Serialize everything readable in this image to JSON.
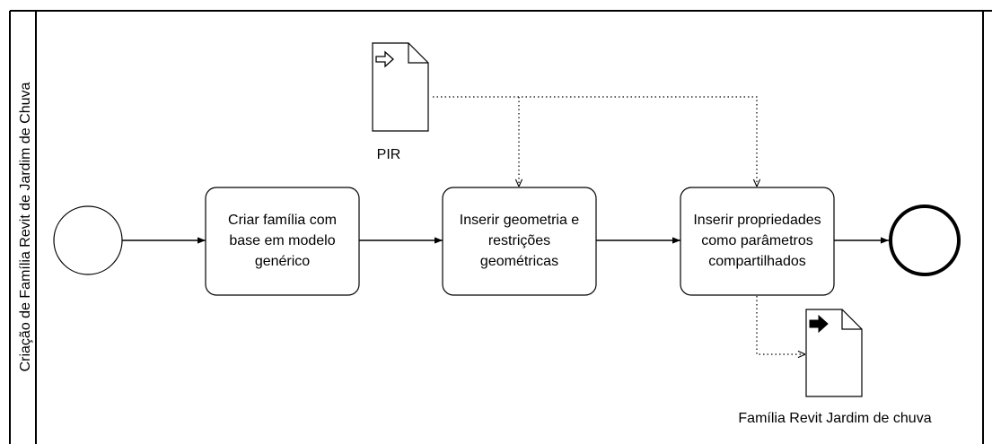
{
  "pool": {
    "lane_label": "Criação de Família Revit de Jardim de Chuva"
  },
  "tasks": [
    {
      "lines": [
        "Criar família com",
        "base em modelo",
        "genérico"
      ]
    },
    {
      "lines": [
        "Inserir geometria e",
        "restrições",
        "geométricas"
      ]
    },
    {
      "lines": [
        "Inserir propriedades",
        "como parâmetros",
        "compartilhados"
      ]
    }
  ],
  "data_objects": {
    "input": {
      "label": "PIR"
    },
    "output": {
      "label": "Família Revit Jardim de chuva"
    }
  },
  "colors": {
    "stroke": "#000000",
    "fill": "#ffffff"
  }
}
